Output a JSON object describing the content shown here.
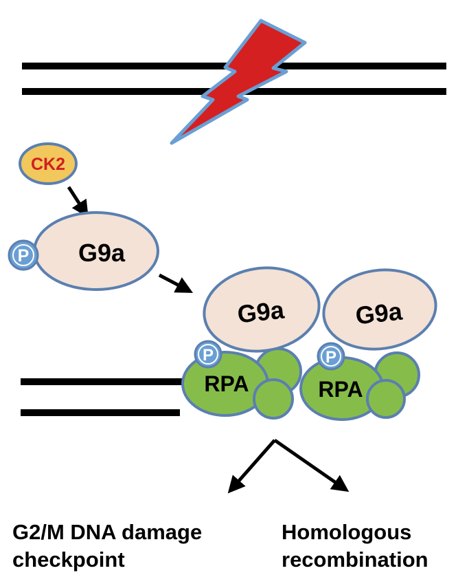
{
  "nodes": {
    "ck2": "CK2",
    "g9a_free": "G9a",
    "g9a_bound_1": "G9a",
    "g9a_bound_2": "G9a",
    "rpa_1": "RPA",
    "rpa_2": "RPA",
    "phospho_1": "P",
    "phospho_2": "P",
    "phospho_3": "P"
  },
  "outcomes": {
    "left_line1": "G2/M DNA damage",
    "left_line2": "checkpoint",
    "right_line1": "Homologous",
    "right_line2": "recombination"
  },
  "colors": {
    "outline": "#5b7fb0",
    "ck2_fill": "#f2c75c",
    "ck2_text": "#d02020",
    "g9a_fill": "#f3e2d5",
    "rpa_fill": "#86bd4a",
    "phospho_fill": "#6a9fd4",
    "bolt_fill": "#d42020",
    "line": "#000000"
  }
}
